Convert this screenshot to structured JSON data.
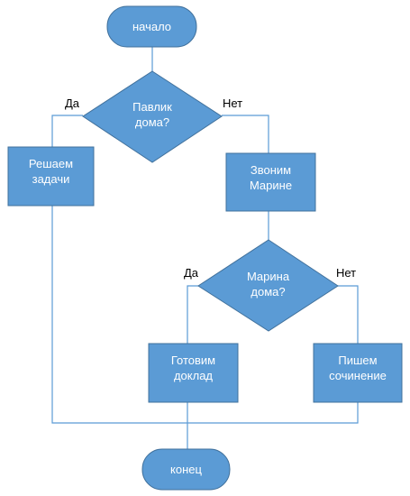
{
  "colors": {
    "shape_fill": "#5b9bd5",
    "shape_stroke": "#41719c",
    "connector": "#5b9bd5",
    "shape_text": "#ffffff",
    "label_text": "#000000"
  },
  "nodes": {
    "start": {
      "label": "начало"
    },
    "decision1": {
      "line1": "Павлик",
      "line2": "дома?"
    },
    "process_left": {
      "line1": "Решаем",
      "line2": "задачи"
    },
    "process_call": {
      "line1": "Звоним",
      "line2": "Марине"
    },
    "decision2": {
      "line1": "Марина",
      "line2": "дома?"
    },
    "process_report": {
      "line1": "Готовим",
      "line2": "доклад"
    },
    "process_essay": {
      "line1": "Пишем",
      "line2": "сочинение"
    },
    "end": {
      "label": "конец"
    }
  },
  "branches": {
    "d1_yes": "Да",
    "d1_no": "Нет",
    "d2_yes": "Да",
    "d2_no": "Нет"
  }
}
